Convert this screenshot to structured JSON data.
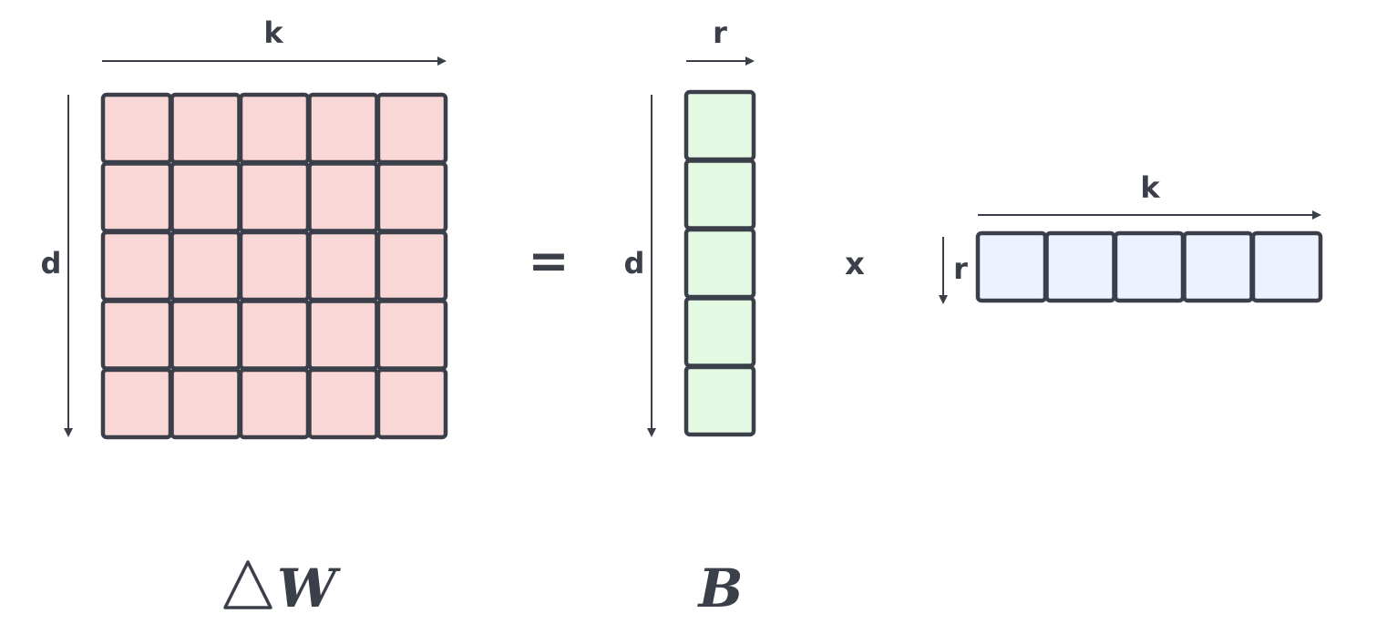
{
  "colors": {
    "delta_w_fill": "#f8d7d6",
    "b_fill": "#e4f9e2",
    "a_fill": "#ecf3ff",
    "stroke": "#3a3f4a"
  },
  "delta_w": {
    "rows": 5,
    "cols": 5,
    "top_label": "k",
    "side_label": "d",
    "name": "W"
  },
  "equals_sign": "=",
  "b_matrix": {
    "rows": 5,
    "cols": 1,
    "top_label": "r",
    "side_label": "d",
    "name": "B"
  },
  "multiply_sign": "x",
  "a_matrix": {
    "rows": 1,
    "cols": 5,
    "top_label": "k",
    "side_label": "r"
  }
}
